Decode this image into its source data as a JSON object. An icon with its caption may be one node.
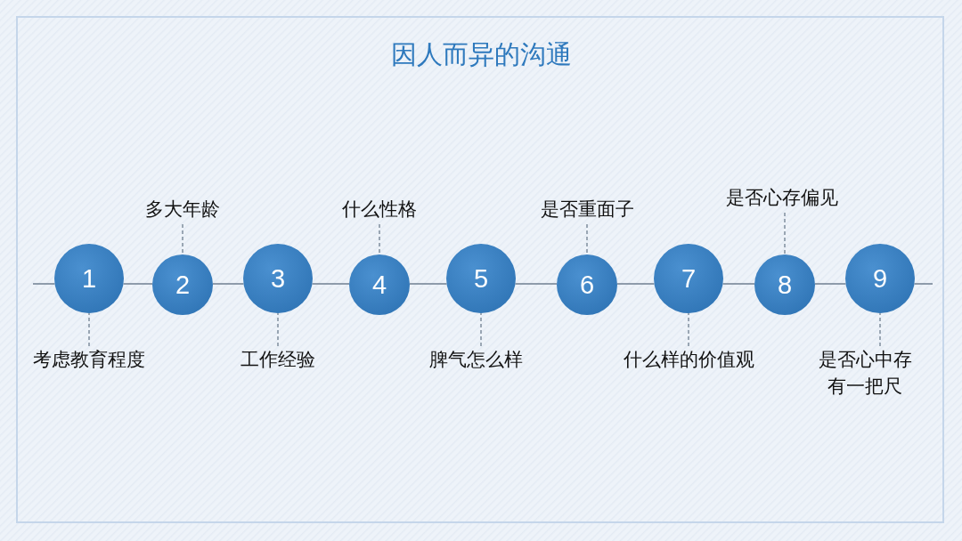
{
  "diagram": {
    "title": "因人而异的沟通",
    "nodes": [
      {
        "text": [
          "1"
        ]
      },
      {
        "text": [
          "2"
        ]
      },
      {
        "text": [
          "3"
        ]
      },
      {
        "text": [
          "4"
        ]
      },
      {
        "text": [
          "5"
        ]
      },
      {
        "text": [
          "6"
        ]
      },
      {
        "text": [
          "7"
        ]
      },
      {
        "text": [
          "8"
        ]
      },
      {
        "text": [
          "9"
        ]
      },
      {
        "text": [
          "考虑教育程度"
        ]
      },
      {
        "text": [
          "多大年龄"
        ]
      },
      {
        "text": [
          "工作经验"
        ]
      },
      {
        "text": [
          "什么性格"
        ]
      },
      {
        "text": [
          "脾气怎么样"
        ]
      },
      {
        "text": [
          "是否重面子"
        ]
      },
      {
        "text": [
          "什么样的价值观"
        ]
      },
      {
        "text": [
          "是否心存偏见"
        ]
      },
      {
        "text": [
          "是否心中存有一把尺"
        ]
      }
    ],
    "edges": [
      {
        "from": null,
        "to": 0,
        "arrow": "none"
      },
      {
        "from": 0,
        "to": 1,
        "arrow": "none"
      },
      {
        "from": 1,
        "to": 2,
        "arrow": "none"
      },
      {
        "from": 2,
        "to": 3,
        "arrow": "none"
      },
      {
        "from": 3,
        "to": 4,
        "arrow": "none"
      },
      {
        "from": 4,
        "to": 5,
        "arrow": "none"
      },
      {
        "from": 5,
        "to": 6,
        "arrow": "none"
      },
      {
        "from": 6,
        "to": 7,
        "arrow": "none"
      },
      {
        "from": 7,
        "to": 8,
        "arrow": "none"
      },
      {
        "from": 8,
        "to": null,
        "arrow": "none"
      },
      {
        "from": 9,
        "to": 0,
        "arrow": "none",
        "style": "dashed"
      },
      {
        "from": 10,
        "to": 1,
        "arrow": "none",
        "style": "dashed"
      },
      {
        "from": 11,
        "to": 2,
        "arrow": "none",
        "style": "dashed"
      },
      {
        "from": 12,
        "to": 3,
        "arrow": "none",
        "style": "dashed"
      },
      {
        "from": 13,
        "to": 4,
        "arrow": "none",
        "style": "dashed"
      },
      {
        "from": 14,
        "to": 5,
        "arrow": "none",
        "style": "dashed"
      },
      {
        "from": 15,
        "to": 6,
        "arrow": "none",
        "style": "dashed"
      },
      {
        "from": 16,
        "to": 7,
        "arrow": "none",
        "style": "dashed"
      },
      {
        "from": 17,
        "to": 8,
        "arrow": "none",
        "style": "dashed"
      }
    ]
  }
}
